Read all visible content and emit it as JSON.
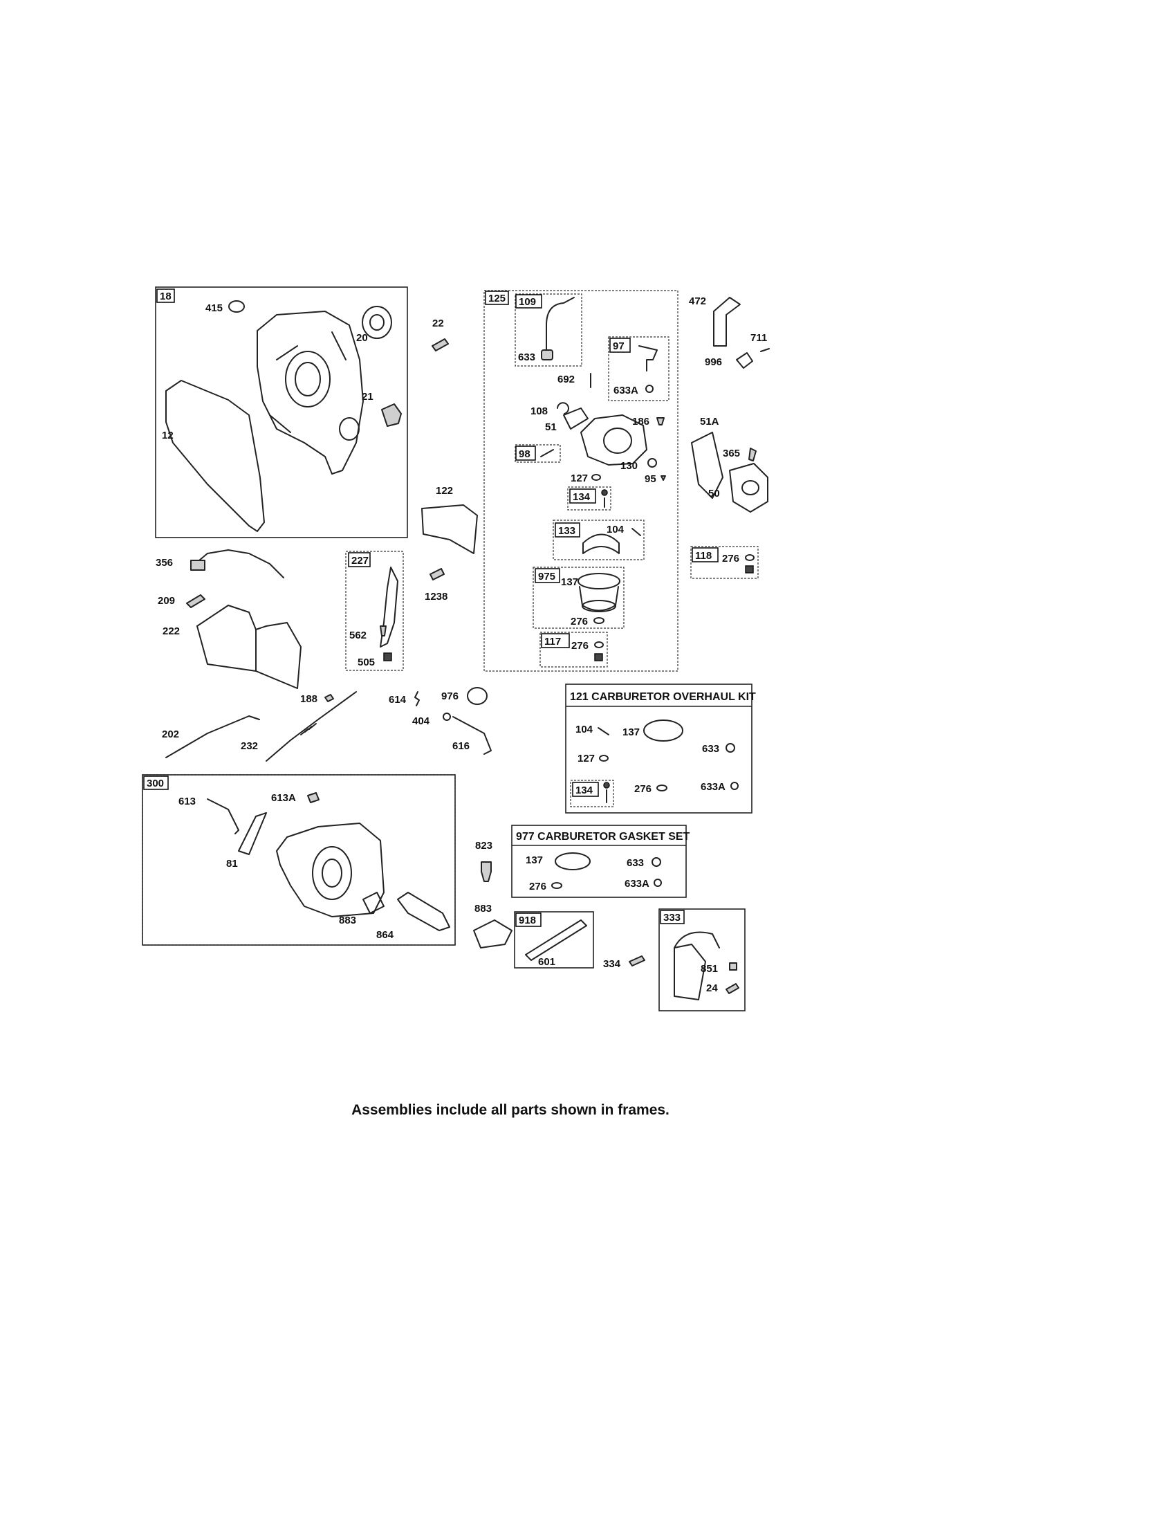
{
  "frames": {
    "f18": "18",
    "f125": "125",
    "f109": "109",
    "f97": "97",
    "f98": "98",
    "f134a": "134",
    "f133": "133",
    "f975": "975",
    "f117": "117",
    "f118": "118",
    "f227": "227",
    "f300": "300",
    "f918": "918",
    "f333": "333",
    "f134b": "134"
  },
  "kits": {
    "overhaul_title": "121 CARBURETOR OVERHAUL KIT",
    "gasket_title": "977 CARBURETOR GASKET SET"
  },
  "parts": {
    "p415": "415",
    "p20": "20",
    "p21": "21",
    "p12": "12",
    "p22": "22",
    "p633a": "633",
    "p692": "692",
    "p633A1": "633A",
    "p108": "108",
    "p51": "51",
    "p186": "186",
    "p130": "130",
    "p95": "95",
    "p127a": "127",
    "p104a": "104",
    "p137a": "137",
    "p276a": "276",
    "p276b": "276",
    "p472": "472",
    "p711": "711",
    "p996": "996",
    "p51A": "51A",
    "p365": "365",
    "p50": "50",
    "p276c": "276",
    "p122": "122",
    "p1238": "1238",
    "p356": "356",
    "p209": "209",
    "p222": "222",
    "p562": "562",
    "p505": "505",
    "p188": "188",
    "p614": "614",
    "p976": "976",
    "p404": "404",
    "p616": "616",
    "p202": "202",
    "p232": "232",
    "p104b": "104",
    "p137b": "137",
    "p633b": "633",
    "p127b": "127",
    "p276d": "276",
    "p633A2": "633A",
    "p613": "613",
    "p613A": "613A",
    "p81": "81",
    "p883a": "883",
    "p864": "864",
    "p823": "823",
    "p137c": "137",
    "p633c": "633",
    "p276e": "276",
    "p633A3": "633A",
    "p883b": "883",
    "p601": "601",
    "p334": "334",
    "p851": "851",
    "p24": "24"
  },
  "footer": "Assemblies include all parts shown in frames."
}
